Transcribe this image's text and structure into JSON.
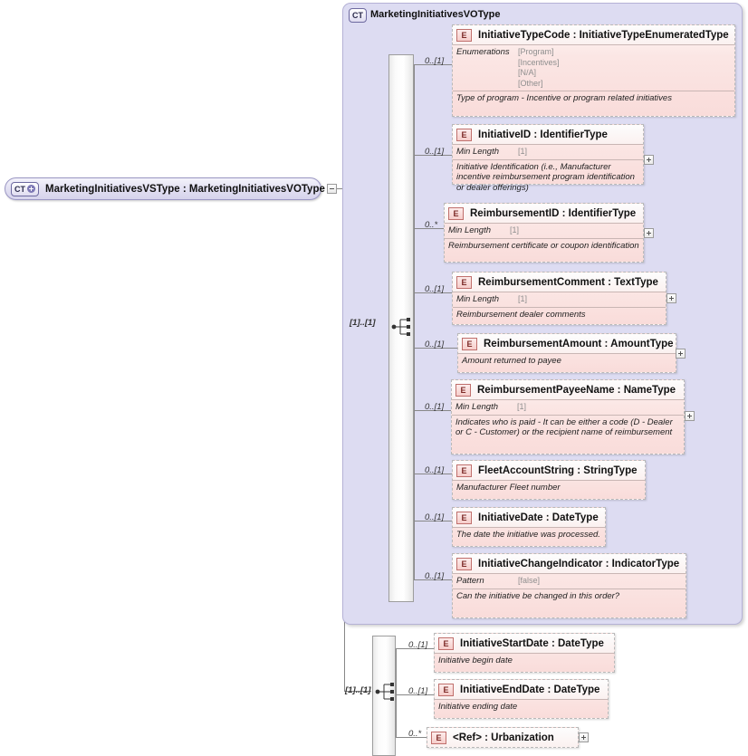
{
  "diagram": {
    "type": "xsd-schema-diagram",
    "root": {
      "badge": "CT",
      "label": "MarketingInitiativesVSType : MarketingInitiativesVOType",
      "toggle": "minus"
    },
    "container": {
      "badge": "CT",
      "title": "MarketingInitiativesVOType"
    },
    "sequence_upper": {
      "cardinality": "[1]..[1]"
    },
    "sequence_lower": {
      "cardinality": "[1]..[1]"
    },
    "elements_upper": [
      {
        "badge": "E",
        "title": "InitiativeTypeCode : InitiativeTypeEnumeratedType",
        "cardinality": "0..[1]",
        "facet_name": "Enumerations",
        "facet_values": "[Program]\n[Incentives]\n[N/A]\n[Other]",
        "annotation": "Type of program - Incentive or program related initiatives",
        "toggle": null
      },
      {
        "badge": "E",
        "title": "InitiativeID : IdentifierType",
        "cardinality": "0..[1]",
        "facet_name": "Min Length",
        "facet_values": "[1]",
        "annotation": "Initiative Identification (i.e., Manufacturer incentive reimbursement program identification or dealer offerings)",
        "toggle": "plus"
      },
      {
        "badge": "E",
        "title": "ReimbursementID : IdentifierType",
        "cardinality": "0..*",
        "facet_name": "Min Length",
        "facet_values": "[1]",
        "annotation": "Reimbursement certificate or coupon identification",
        "toggle": "plus"
      },
      {
        "badge": "E",
        "title": "ReimbursementComment : TextType",
        "cardinality": "0..[1]",
        "facet_name": "Min Length",
        "facet_values": "[1]",
        "annotation": "Reimbursement dealer comments",
        "toggle": "plus"
      },
      {
        "badge": "E",
        "title": "ReimbursementAmount : AmountType",
        "cardinality": "0..[1]",
        "facet_name": null,
        "facet_values": null,
        "annotation": "Amount returned to payee",
        "toggle": "plus"
      },
      {
        "badge": "E",
        "title": "ReimbursementPayeeName : NameType",
        "cardinality": "0..[1]",
        "facet_name": "Min Length",
        "facet_values": "[1]",
        "annotation": "Indicates who is paid - It can be either a code (D - Dealer or C - Customer) or the recipient name of reimbursement",
        "toggle": "plus"
      },
      {
        "badge": "E",
        "title": "FleetAccountString : StringType",
        "cardinality": "0..[1]",
        "facet_name": null,
        "facet_values": null,
        "annotation": "Manufacturer Fleet number",
        "toggle": null
      },
      {
        "badge": "E",
        "title": "InitiativeDate : DateType",
        "cardinality": "0..[1]",
        "facet_name": null,
        "facet_values": null,
        "annotation": "The date the initiative was processed.",
        "toggle": null
      },
      {
        "badge": "E",
        "title": "InitiativeChangeIndicator : IndicatorType",
        "cardinality": "0..[1]",
        "facet_name": "Pattern",
        "facet_values": "[false]",
        "annotation": "Can the initiative be changed in this order?",
        "toggle": null
      }
    ],
    "elements_lower": [
      {
        "badge": "E",
        "title": "InitiativeStartDate : DateType",
        "cardinality": "0..[1]",
        "facet_name": null,
        "facet_values": null,
        "annotation": "Initiative begin date",
        "toggle": null
      },
      {
        "badge": "E",
        "title": "InitiativeEndDate : DateType",
        "cardinality": "0..[1]",
        "facet_name": null,
        "facet_values": null,
        "annotation": "Initiative ending date",
        "toggle": null
      },
      {
        "badge": "E",
        "title": "<Ref>      : Urbanization",
        "cardinality": "0..*",
        "facet_name": null,
        "facet_values": null,
        "annotation": null,
        "toggle": "plus"
      }
    ],
    "colors": {
      "container_bg": "#dddcf2",
      "element_bg": "#f9dcda",
      "element_badge": "#f6cdca",
      "root_bg": "#e2e0f2",
      "line": "#888888"
    }
  }
}
